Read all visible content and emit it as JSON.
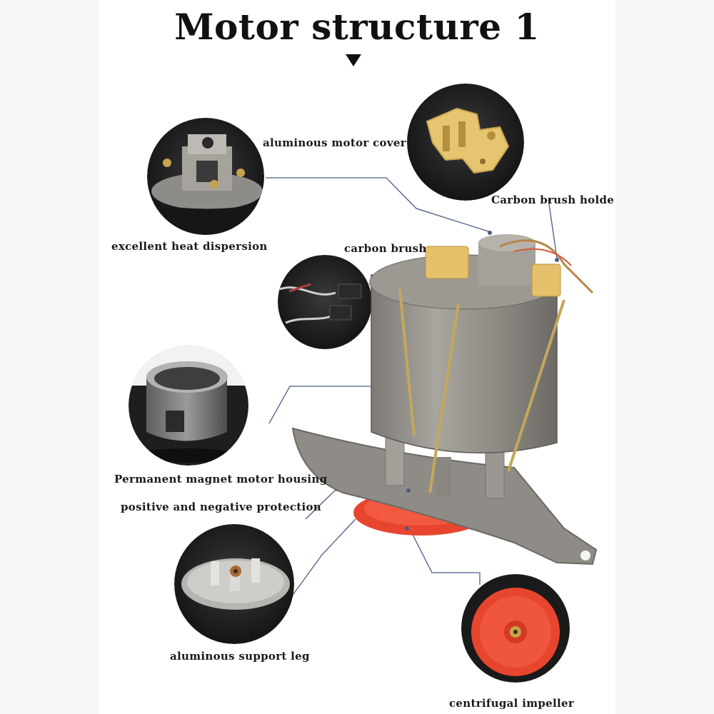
{
  "title": "Motor structure 1",
  "labels": {
    "aluminous_motor_cover": "aluminous motor cover",
    "carbon_brush_holder": "Carbon brush holde",
    "excellent_heat_dispersion": "excellent heat dispersion",
    "carbon_brush": "carbon brush",
    "permanent_magnet_motor_housing": "Permanent magnet motor housing",
    "positive_negative_protection": "positive and negative protection",
    "aluminous_support_leg": "aluminous support leg",
    "centrifugal_impeller": "centrifugal impeller"
  },
  "colors": {
    "text": "#111111",
    "leader_line": "#4a5c84",
    "circle_background": "#1c1c1c",
    "impeller": "#e8452e",
    "brush_holder": "#e8c873",
    "aluminium": "#9a9896"
  }
}
